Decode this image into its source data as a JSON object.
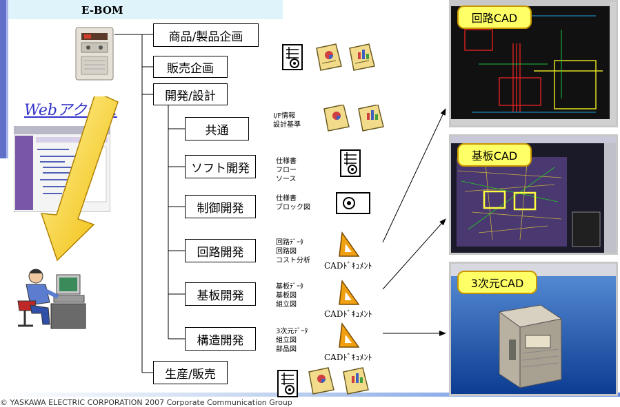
{
  "header": {
    "title": "E-BOM"
  },
  "web_access": {
    "label_italic": "Web",
    "label_rest": "アクセス"
  },
  "tree": {
    "top_nodes": [
      {
        "label": "商品/製品企画"
      },
      {
        "label": "販売企画"
      },
      {
        "label": "開発/設計"
      },
      {
        "label": "生産/販売"
      }
    ],
    "dev_nodes": [
      {
        "label": "共通",
        "notes": "I/F情報\n設計基準"
      },
      {
        "label": "ソフト開発",
        "notes": "仕様書\nフロー\nソース"
      },
      {
        "label": "制御開発",
        "notes": "仕様書\nブロック図"
      },
      {
        "label": "回路開発",
        "notes": "回路ﾃﾞｰﾀ\n回路図\nコスト分析",
        "doc_label": "CADﾄﾞｷｭﾒﾝﾄ"
      },
      {
        "label": "基板開発",
        "notes": "基板ﾃﾞｰﾀ\n基板図\n組立図",
        "doc_label": "CADﾄﾞｷｭﾒﾝﾄ"
      },
      {
        "label": "構造開発",
        "notes": "3次元ﾃﾞｰﾀ\n組立図\n部品図",
        "doc_label": "CADﾄﾞｷｭﾒﾝﾄ"
      }
    ]
  },
  "cad_panels": [
    {
      "label": "回路CAD"
    },
    {
      "label": "基板CAD"
    },
    {
      "label": "3次元CAD"
    }
  ],
  "footer": {
    "text": "© YASKAWA ELECTRIC CORPORATION 2007   Corporate Communication Group"
  },
  "colors": {
    "badge_fill": "#ffff66",
    "badge_border": "#c89600",
    "link": "#3030c8",
    "arrow": "#f0c000"
  }
}
